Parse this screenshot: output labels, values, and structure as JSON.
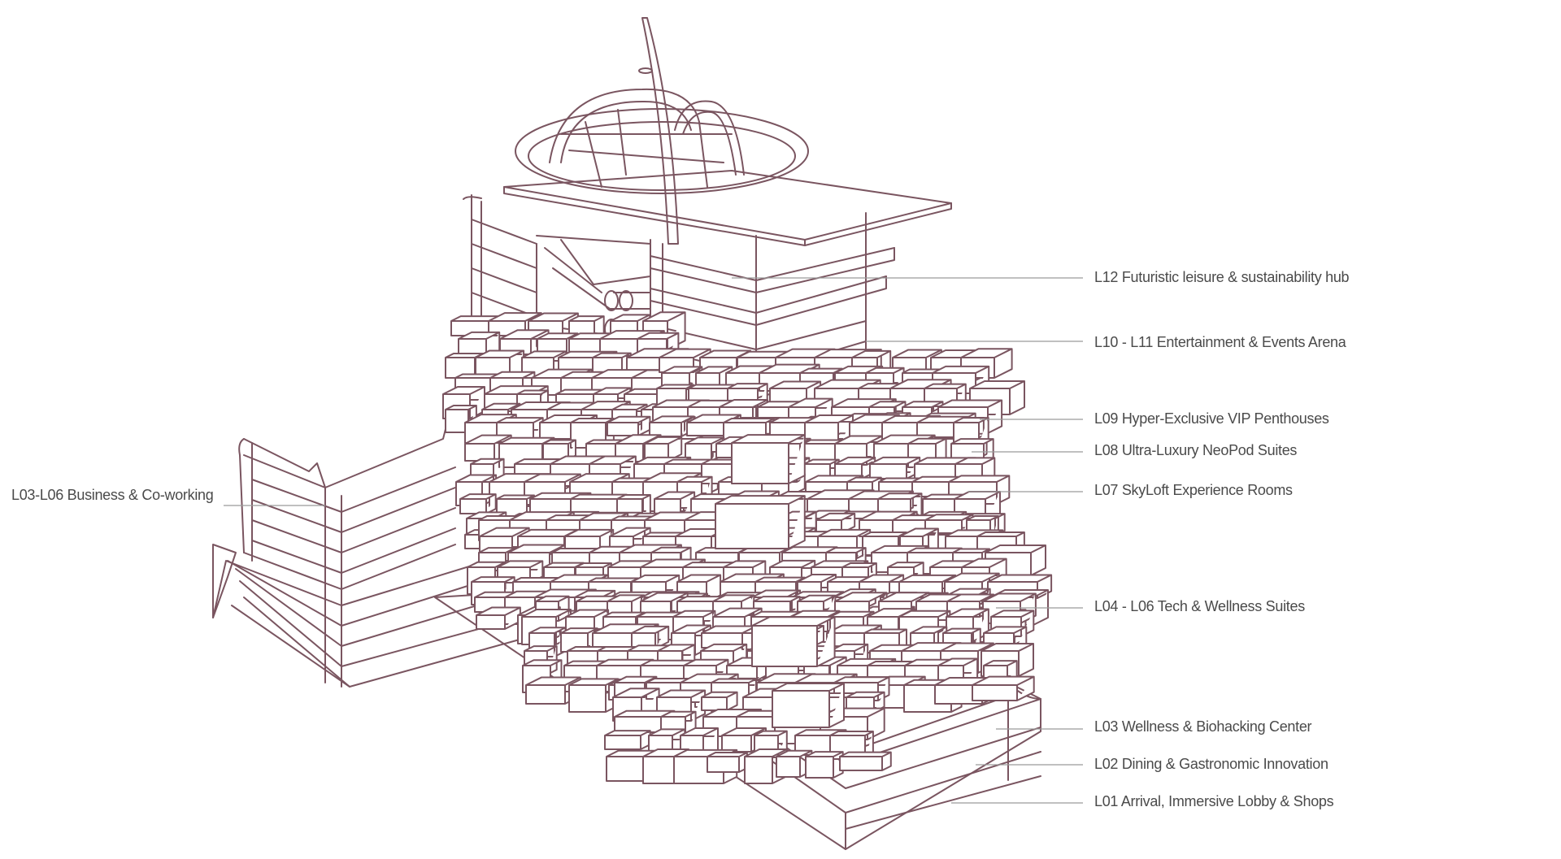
{
  "colors": {
    "stroke": "#7a5560",
    "leader": "#9a9a9a",
    "text": "#4a4a4a",
    "background": "#ffffff"
  },
  "labels": {
    "l12": "L12  Futuristic leisure & sustainability hub",
    "l10_l11": "L10 - L11 Entertainment & Events Arena",
    "l09": "L09  Hyper-Exclusive VIP Penthouses",
    "l08": "L08 Ultra-Luxury NeoPod Suites",
    "l07": "L07  SkyLoft Experience Rooms",
    "l04_l06": "L04 - L06 Tech & Wellness Suites",
    "l03": "L03   Wellness & Biohacking Center",
    "l02": "L02  Dining & Gastronomic Innovation",
    "l01": "L01 Arrival, Immersive Lobby & Shops",
    "l03_l06_business": "L03-L06   Business & Co-working"
  }
}
